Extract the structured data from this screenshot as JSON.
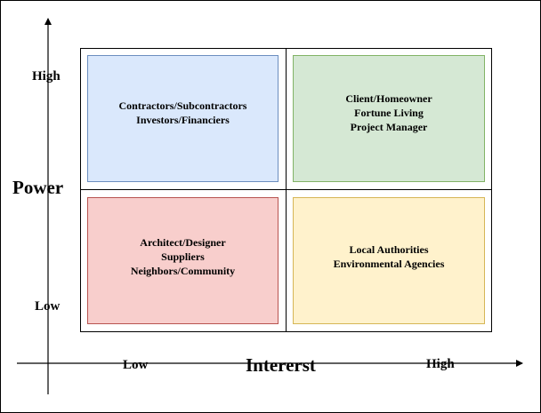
{
  "axes": {
    "y_title": "Power",
    "x_title": "Intererst",
    "y_high": "High",
    "y_low": "Low",
    "x_low": "Low",
    "x_high": "High"
  },
  "quadrants": {
    "top_left": {
      "lines": [
        "Contractors/Subcontractors",
        "Investors/Financiers"
      ],
      "fill": "#dae8fc",
      "stroke": "#6c8ebf"
    },
    "top_right": {
      "lines": [
        "Client/Homeowner",
        "Fortune Living",
        "Project Manager"
      ],
      "fill": "#d5e8d4",
      "stroke": "#82b366"
    },
    "bottom_left": {
      "lines": [
        "Architect/Designer",
        "Suppliers",
        "Neighbors/Community"
      ],
      "fill": "#f8cecc",
      "stroke": "#b85450"
    },
    "bottom_right": {
      "lines": [
        "Local Authorities",
        "Environmental Agencies"
      ],
      "fill": "#fff2cc",
      "stroke": "#d6b656"
    }
  }
}
